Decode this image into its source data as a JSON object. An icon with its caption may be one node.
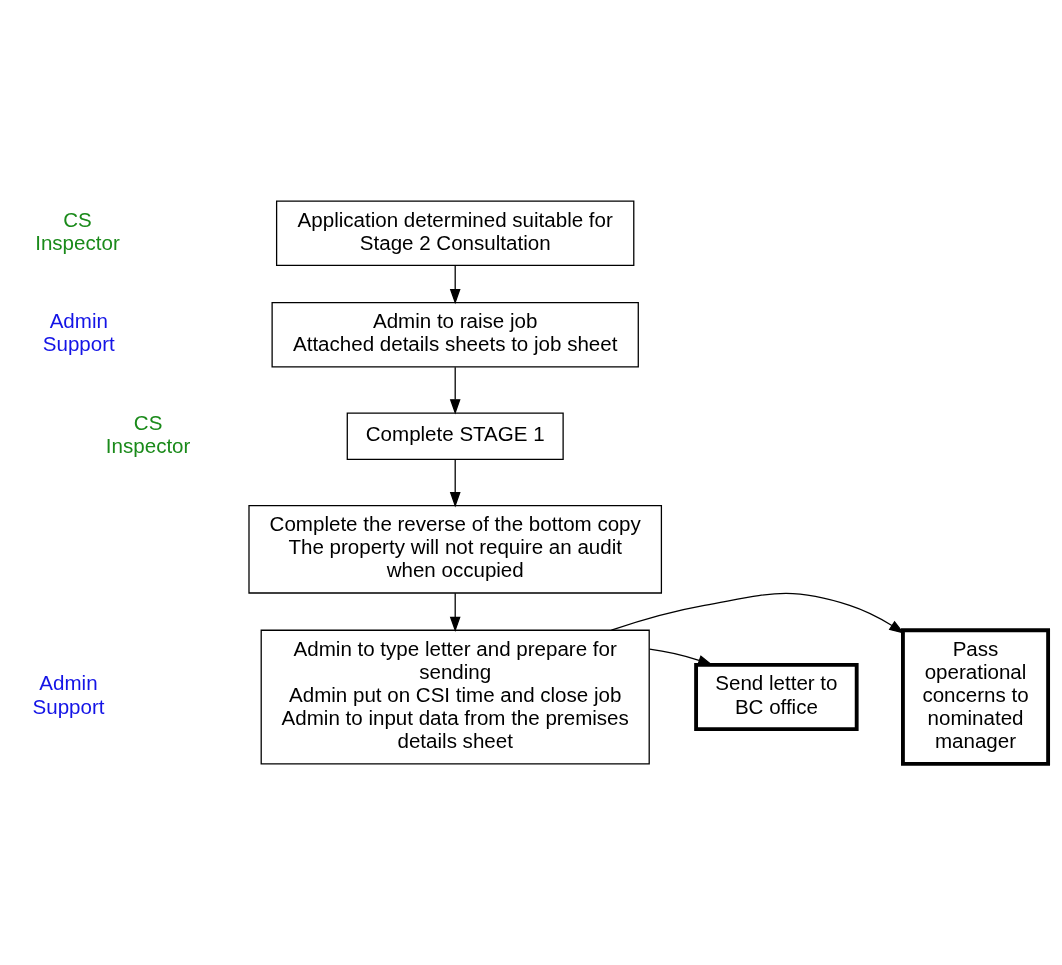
{
  "diagram": {
    "nodes": [
      {
        "text": [
          "Application determined suitable for Stage 2 Consultation"
        ]
      },
      {
        "text": [
          "Admin to raise job",
          "Attached details sheets to job sheet"
        ]
      },
      {
        "text": [
          "Complete STAGE 1"
        ]
      },
      {
        "text": [
          "Complete the reverse of the bottom copy",
          "The property will not require an audit when occupied"
        ]
      },
      {
        "text": [
          "Admin to type letter and prepare for sending",
          "Admin put on CSI time and close job",
          "Admin to input data from the premises details sheet"
        ]
      },
      {
        "text": [
          "Pass operational concerns to nominated manager"
        ]
      },
      {
        "text": [
          "Send letter to BC office"
        ]
      }
    ],
    "edges": [
      {
        "from": 0,
        "to": 1,
        "arrow": "to"
      },
      {
        "from": 1,
        "to": 2,
        "arrow": "to"
      },
      {
        "from": 2,
        "to": 3,
        "arrow": "to"
      },
      {
        "from": 3,
        "to": 4,
        "arrow": "to"
      },
      {
        "from": 4,
        "to": 5,
        "arrow": "to"
      },
      {
        "from": 4,
        "to": 6,
        "arrow": "to"
      }
    ],
    "labels": [
      "CS Inspector",
      "Admin Support",
      "CS Inspector",
      "Admin Support"
    ]
  }
}
